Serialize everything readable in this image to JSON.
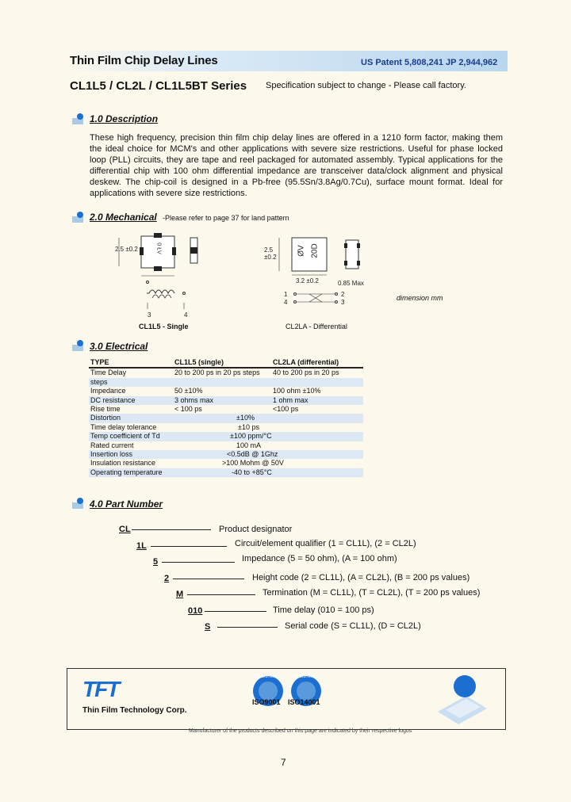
{
  "header": {
    "title": "Thin Film Chip Delay Lines",
    "patent": "US Patent 5,808,241   JP 2,944,962",
    "series": "CL1L5 / CL2L / CL1L5BT Series",
    "spec_note": "Specification subject to change - Please call factory."
  },
  "description": {
    "heading": "1.0  Description",
    "body": "These high frequency, precision thin film chip delay lines are offered in a 1210 form factor, making them the ideal choice for MCM's and other applications with severe size restrictions.  Useful for phase locked loop (PLL) circuits, they are tape and reel packaged for automated assembly.  Typical applications for the differential chip with 100 ohm differential impedance are transceiver data/clock alignment and physical deskew. The chip-coil is designed in a Pb-free (95.5Sn/3.8Ag/0.7Cu), surface mount format. Ideal for applications with severe size restrictions."
  },
  "mechanical": {
    "heading": "2.0  Mechanical",
    "note": "-Please refer to page 37 for land pattern",
    "single_label": "CL1L5 - Single",
    "diff_label": "CL2LA - Differential",
    "dimension_note": "dimension mm",
    "dims": {
      "height": "2.5 ±0.2",
      "width": "3.2 ±0.2",
      "thickness": "0.85 Max",
      "chip_marking_1": "ØV",
      "chip_marking_2": "20D",
      "single_marking": "0 ŁV",
      "pin_1": "1",
      "pin_2": "2",
      "pin_3": "3",
      "pin_4": "4"
    }
  },
  "electrical": {
    "heading": "3.0  Electrical",
    "columns": [
      "TYPE",
      "CL1L5 (single)",
      "CL2LA (differential)"
    ],
    "rows": [
      [
        "Time Delay",
        "20 to 200 ps in 20 ps steps",
        "40 to 200 ps in 20 ps"
      ],
      [
        "steps",
        "",
        ""
      ],
      [
        "Impedance",
        "50 ±10%",
        "100 ohm ±10%"
      ],
      [
        "DC resistance",
        "3 ohms max",
        "1 ohm max"
      ],
      [
        "Rise time",
        "< 100 ps",
        "<100 ps"
      ],
      [
        "Distortion",
        "±10%",
        ""
      ],
      [
        "Time delay tolerance",
        "±10 ps",
        ""
      ],
      [
        "Temp coefficient of Td",
        "±100 ppm/°C",
        ""
      ],
      [
        "Rated current",
        "100 mA",
        ""
      ],
      [
        "Insertion loss",
        "<0.5dB @ 1Ghz",
        ""
      ],
      [
        "Insulation resistance",
        ">100 Mohm @ 50V",
        ""
      ],
      [
        "Operating temperature",
        "-40 to +85°C",
        ""
      ]
    ]
  },
  "part_number": {
    "heading": "4.0  Part Number",
    "items": [
      {
        "code": "CL",
        "desc": "Product designator"
      },
      {
        "code": "1L",
        "desc": "Circuit/element qualifier (1 = CL1L), (2 = CL2L)"
      },
      {
        "code": "5",
        "desc": "Impedance (5 = 50 ohm), (A = 100 ohm)"
      },
      {
        "code": "2",
        "desc": "Height code (2 = CL1L), (A = CL2L), (B = 200 ps values)"
      },
      {
        "code": "M",
        "desc": "Termination (M = CL1L), (T = CL2L), (T = 200 ps values)"
      },
      {
        "code": "010",
        "desc": "Time delay (010 = 100 ps)"
      },
      {
        "code": "S",
        "desc": "Serial code (S = CL1L), (D = CL2L)"
      }
    ]
  },
  "footer": {
    "company": "Thin Film Technology Corp.",
    "logo_text": "TFT",
    "iso1": "ISO9001",
    "iso2": "ISO14001",
    "registered": "REGISTERED",
    "fine_print": "Manufacturer of the products described on this page are indicated by their respective logos",
    "page_number": "7"
  },
  "colors": {
    "accent_blue": "#1a6fd0",
    "table_stripe": "#dce9f5",
    "title_gradient": "#b8d6ef"
  }
}
